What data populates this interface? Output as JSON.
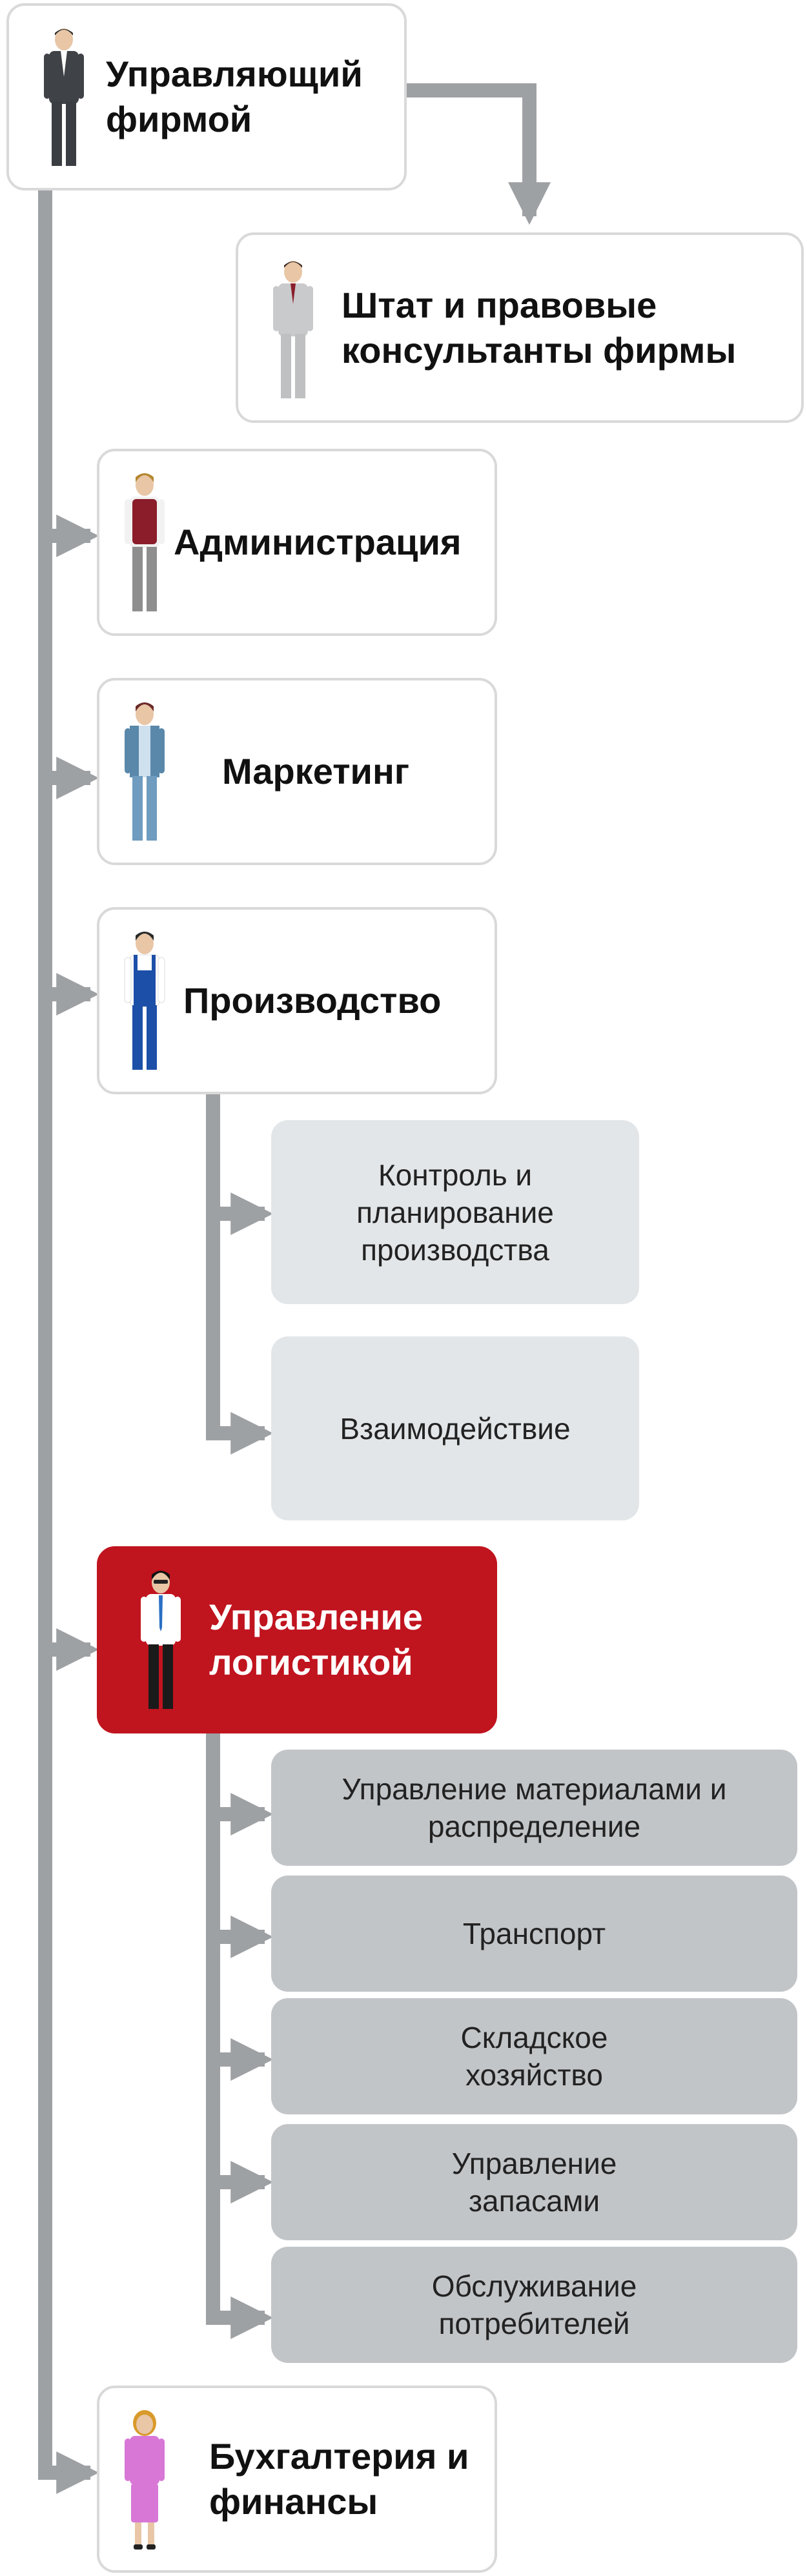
{
  "nodes": {
    "director": {
      "label": "Управляющий фирмой"
    },
    "staff": {
      "label": "Штат и правовые консультанты фирмы"
    },
    "admin": {
      "label": "Администрация"
    },
    "marketing": {
      "label": "Маркетинг"
    },
    "production": {
      "label": "Производство"
    },
    "logistics": {
      "label": "Управление логистикой"
    },
    "accounting": {
      "label": "Бухгалтерия и финансы"
    }
  },
  "production_sub": [
    {
      "label": "Контроль и планирование производства"
    },
    {
      "label": "Взаимодействие"
    }
  ],
  "logistics_sub": [
    {
      "label": "Управление материалами и распределение"
    },
    {
      "label": "Транспорт"
    },
    {
      "label": "Складское хозяйство"
    },
    {
      "label": "Управление запасами"
    },
    {
      "label": "Обслуживание потребителей"
    }
  ],
  "colors": {
    "connector": "#9ea1a4",
    "active": "#c0141f",
    "box_border": "#d9d9d9",
    "sub_light": "#e3e6e8",
    "sub_mid": "#c2c5c8"
  },
  "icons": {
    "director": "person-suit-dark-icon",
    "staff": "person-suit-light-icon",
    "admin": "person-vest-icon",
    "marketing": "person-denim-icon",
    "production": "person-overalls-icon",
    "logistics": "person-tie-icon",
    "accounting": "person-woman-icon"
  }
}
